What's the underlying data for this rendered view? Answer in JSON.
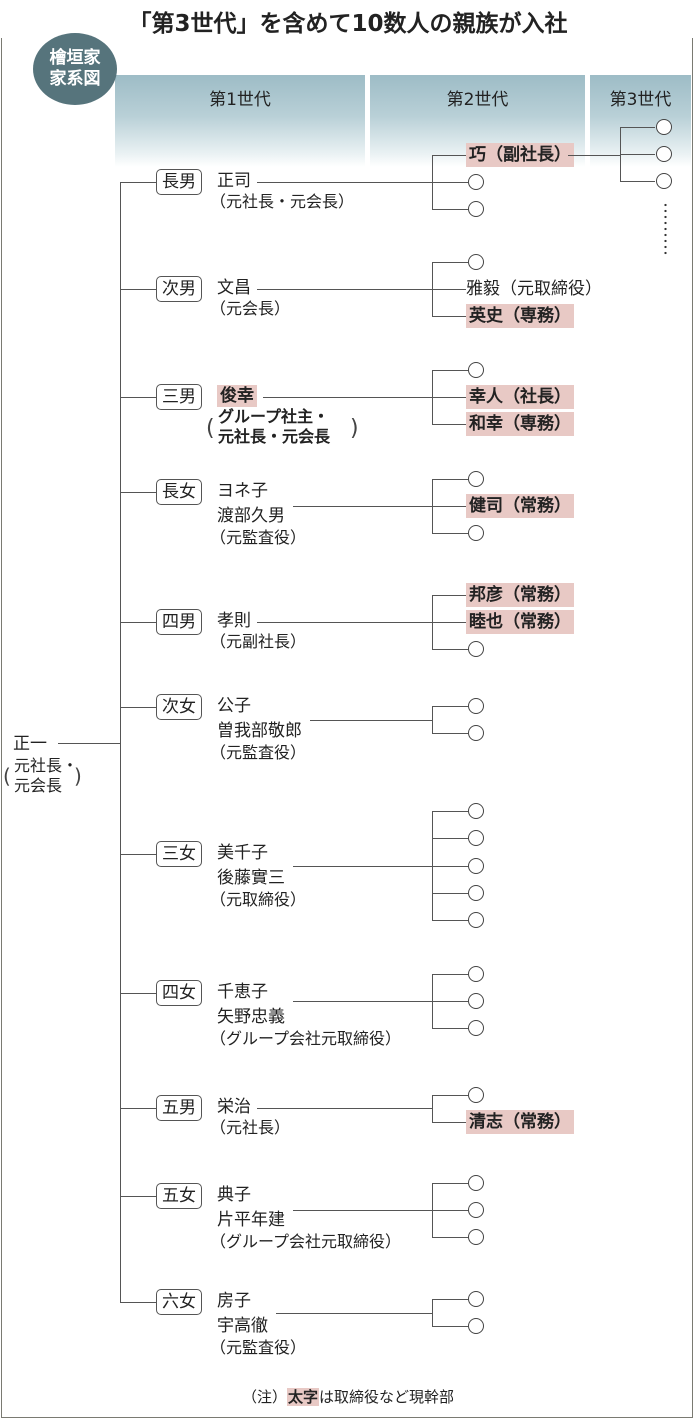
{
  "title": "「第3世代」を含めて10数人の親族が入社",
  "badge": {
    "line1": "檜垣家",
    "line2": "家系図"
  },
  "generations": [
    "第1世代",
    "第2世代",
    "第3世代"
  ],
  "colors": {
    "highlight": "#e8c9c5",
    "badge": "#56747c",
    "band": "#9dbcc6"
  },
  "root": {
    "name": "正一",
    "role_line1": "元社長・",
    "role_line2": "元会長"
  },
  "members": [
    {
      "relation": "長男",
      "name": "正司",
      "spouse": "",
      "role": "（元社長・元会長）",
      "highlight": false,
      "children": [
        {
          "label": "巧（副社長）",
          "highlight": true,
          "has_children": true
        },
        {
          "label": "○",
          "highlight": false
        },
        {
          "label": "○",
          "highlight": false
        }
      ]
    },
    {
      "relation": "次男",
      "name": "文昌",
      "spouse": "",
      "role": "（元会長）",
      "highlight": false,
      "children": [
        {
          "label": "○",
          "highlight": false
        },
        {
          "label": "雅毅（元取締役）",
          "highlight": false
        },
        {
          "label": "英史（専務）",
          "highlight": true
        }
      ]
    },
    {
      "relation": "三男",
      "name": "俊幸",
      "spouse": "",
      "role_line1": "グループ社主・",
      "role_line2": "元社長・元会長",
      "highlight": true,
      "children": [
        {
          "label": "○",
          "highlight": false
        },
        {
          "label": "幸人（社長）",
          "highlight": true
        },
        {
          "label": "和幸（専務）",
          "highlight": true
        }
      ]
    },
    {
      "relation": "長女",
      "name": "ヨネ子",
      "spouse": "渡部久男",
      "role": "（元監査役）",
      "highlight": false,
      "children": [
        {
          "label": "○",
          "highlight": false
        },
        {
          "label": "健司（常務）",
          "highlight": true
        },
        {
          "label": "○",
          "highlight": false
        }
      ]
    },
    {
      "relation": "四男",
      "name": "孝則",
      "spouse": "",
      "role": "（元副社長）",
      "highlight": false,
      "children": [
        {
          "label": "邦彦（常務）",
          "highlight": true
        },
        {
          "label": "睦也（常務）",
          "highlight": true
        },
        {
          "label": "○",
          "highlight": false
        }
      ]
    },
    {
      "relation": "次女",
      "name": "公子",
      "spouse": "曽我部敬郎",
      "role": "（元監査役）",
      "highlight": false,
      "children": [
        {
          "label": "○",
          "highlight": false
        },
        {
          "label": "○",
          "highlight": false
        }
      ]
    },
    {
      "relation": "三女",
      "name": "美千子",
      "spouse": "後藤實三",
      "role": "（元取締役）",
      "highlight": false,
      "children": [
        {
          "label": "○"
        },
        {
          "label": "○"
        },
        {
          "label": "○"
        },
        {
          "label": "○"
        },
        {
          "label": "○"
        }
      ]
    },
    {
      "relation": "四女",
      "name": "千恵子",
      "spouse": "矢野忠義",
      "role": "（グループ会社元取締役）",
      "highlight": false,
      "children": [
        {
          "label": "○"
        },
        {
          "label": "○"
        },
        {
          "label": "○"
        }
      ]
    },
    {
      "relation": "五男",
      "name": "栄治",
      "spouse": "",
      "role": "（元社長）",
      "highlight": false,
      "children": [
        {
          "label": "○",
          "highlight": false
        },
        {
          "label": "清志（常務）",
          "highlight": true
        }
      ]
    },
    {
      "relation": "五女",
      "name": "典子",
      "spouse": "片平年建",
      "role": "（グループ会社元取締役）",
      "highlight": false,
      "children": [
        {
          "label": "○"
        },
        {
          "label": "○"
        },
        {
          "label": "○"
        }
      ]
    },
    {
      "relation": "六女",
      "name": "房子",
      "spouse": "宇高徹",
      "role": "（元監査役）",
      "highlight": false,
      "children": [
        {
          "label": "○"
        },
        {
          "label": "○"
        }
      ]
    }
  ],
  "third_generation": {
    "count_shown": 3,
    "continues": "……"
  },
  "note": {
    "prefix": "（注）",
    "bold": "太字",
    "suffix": "は取締役など現幹部"
  }
}
